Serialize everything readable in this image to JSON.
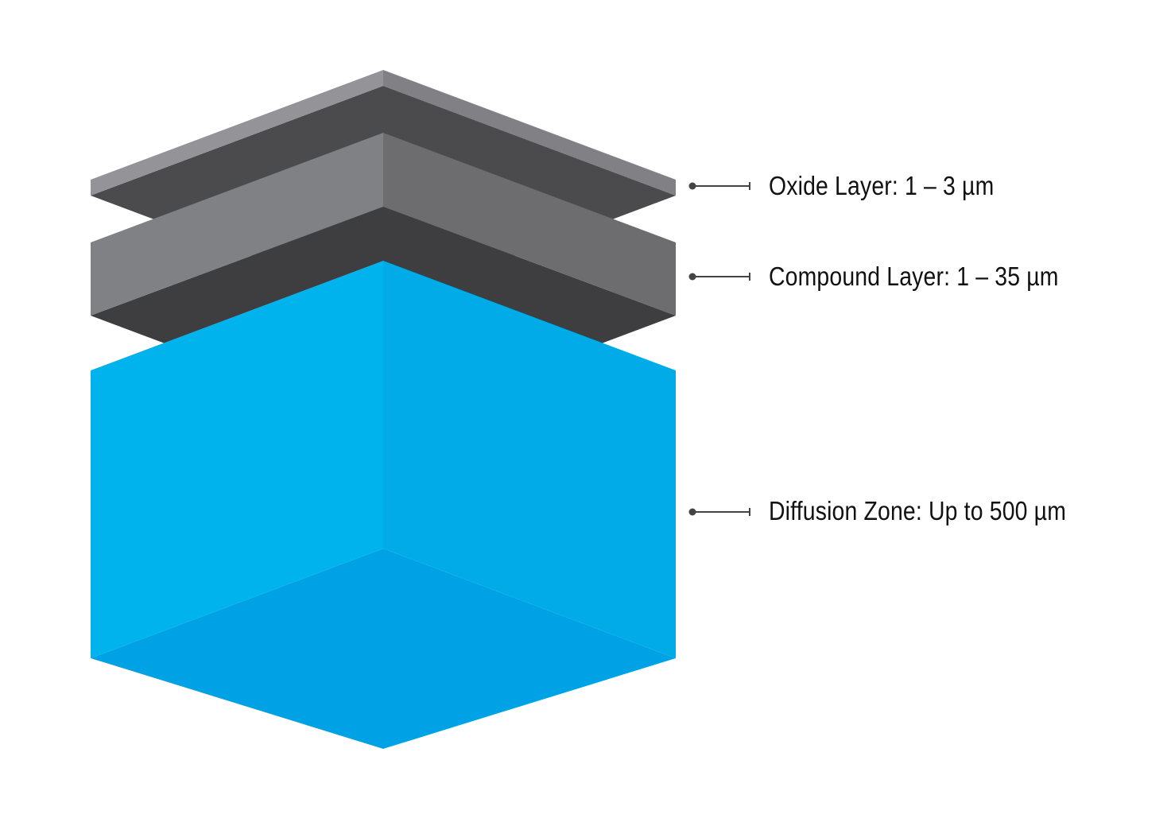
{
  "labels": [
    {
      "text": "Oxide Layer: 1 – 3 µm"
    },
    {
      "text": "Compound Layer: 1 – 35 µm"
    },
    {
      "text": "Diffusion Zone: Up to 500 µm"
    }
  ],
  "colors": {
    "oxide_left": "#949398",
    "oxide_right": "#808085",
    "oxide_top": "#4b4b4e",
    "compound_left": "#808185",
    "compound_right": "#6d6d6f",
    "compound_top": "#3e3e41",
    "diffusion_left": "#00b3ed",
    "diffusion_right": "#00abe8",
    "diffusion_bottom": "#00a2e6",
    "connector": "#444444"
  }
}
